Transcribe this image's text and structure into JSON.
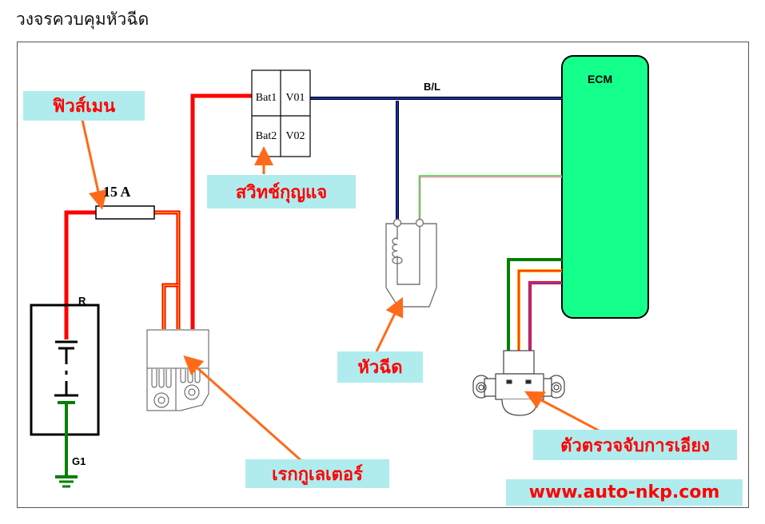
{
  "title": "วงจรควบคุมหัวฉีด",
  "components": {
    "fuse": {
      "callout": "ฟิวส์เมน",
      "rating": "15 A"
    },
    "ignition_switch": {
      "callout": "สวิทช์กุญแจ",
      "terminals": [
        "Bat1",
        "V01",
        "Bat2",
        "V02"
      ]
    },
    "regulator": {
      "callout": "เรกกูเลเตอร์"
    },
    "injector": {
      "callout": "หัวฉีด"
    },
    "tilt_sensor": {
      "callout": "ตัวตรวจจับการเอียง"
    },
    "ecm": {
      "label": "ECM"
    },
    "battery": {
      "positive_wire_label": "R",
      "ground_label": "G1"
    }
  },
  "wires": {
    "main_bus_label": "B/L"
  },
  "colors": {
    "red_wire": "#ff0000",
    "blue_wire": "#000080",
    "green_wire": "#008000",
    "ecm_fill": "#14ff8c",
    "callout_bg": "#b0ecee",
    "callout_text": "#ff0000",
    "arrow": "#ff6a1a",
    "orange_wire": "#ffb000",
    "pink_wire": "#ff9ec8",
    "light_green_wire": "#33dd33"
  },
  "watermark": "www.auto-nkp.com"
}
